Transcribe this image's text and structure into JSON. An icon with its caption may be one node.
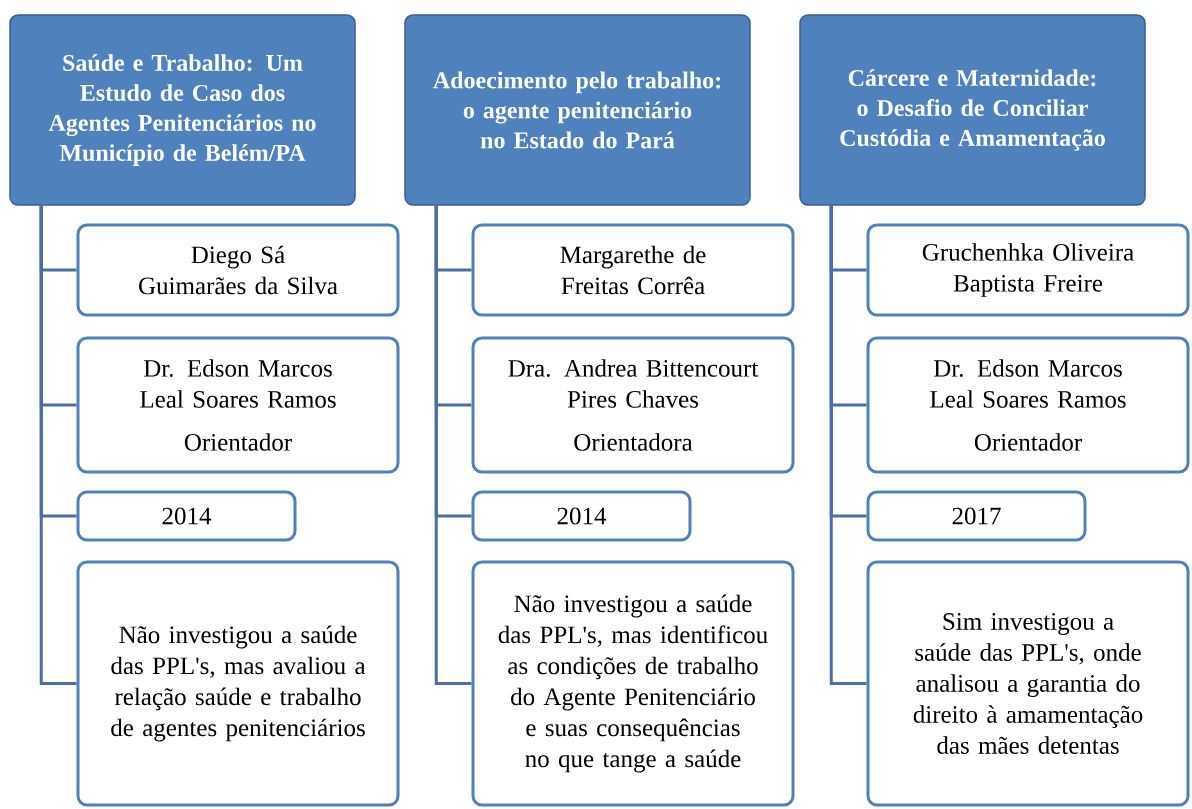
{
  "diagram": {
    "nodes": [
      {
        "text": [
          "Saúde e Trabalho: Um Estudo de Caso dos Agentes Penitenciários no Município de Belém/PA"
        ]
      },
      {
        "text": [
          "Diego Sá Guimarães da Silva"
        ]
      },
      {
        "text": [
          "Dr. Edson Marcos Leal Soares Ramos",
          "Orientador"
        ]
      },
      {
        "text": [
          "2014"
        ]
      },
      {
        "text": [
          "Não investigou a saúde das PPL's, mas avaliou a relação saúde e trabalho de agentes penitenciários"
        ]
      },
      {
        "text": [
          "Adoecimento pelo trabalho: o agente penitenciário no Estado do Pará"
        ]
      },
      {
        "text": [
          "Margarethe de Freitas Corrêa"
        ]
      },
      {
        "text": [
          "Dra. Andrea Bittencourt Pires Chaves",
          "Orientadora"
        ]
      },
      {
        "text": [
          "2014"
        ]
      },
      {
        "text": [
          "Não investigou a saúde das PPL's, mas identificou as condições de trabalho do Agente Penitenciário e suas consequências no que tange a saúde"
        ]
      },
      {
        "text": [
          "Cárcere e Maternidade: o Desafio de Conciliar Custódia e Amamentação"
        ]
      },
      {
        "text": [
          "Gruchenhka Oliveira Baptista Freire"
        ]
      },
      {
        "text": [
          "Dr. Edson Marcos Leal Soares Ramos",
          "Orientador"
        ]
      },
      {
        "text": [
          "2017"
        ]
      },
      {
        "text": [
          "Sim investigou a saúde das PPL's, onde analisou a garantia do direito à amamentação das mães detentas"
        ]
      }
    ],
    "edges": [
      {
        "from": 0,
        "to": 1,
        "arrow": "none"
      },
      {
        "from": 0,
        "to": 2,
        "arrow": "none"
      },
      {
        "from": 0,
        "to": 3,
        "arrow": "none"
      },
      {
        "from": 0,
        "to": 4,
        "arrow": "none"
      },
      {
        "from": 5,
        "to": 6,
        "arrow": "none"
      },
      {
        "from": 5,
        "to": 7,
        "arrow": "none"
      },
      {
        "from": 5,
        "to": 8,
        "arrow": "none"
      },
      {
        "from": 5,
        "to": 9,
        "arrow": "none"
      },
      {
        "from": 10,
        "to": 11,
        "arrow": "none"
      },
      {
        "from": 10,
        "to": 12,
        "arrow": "none"
      },
      {
        "from": 10,
        "to": 13,
        "arrow": "none"
      },
      {
        "from": 10,
        "to": 14,
        "arrow": "none"
      }
    ]
  }
}
